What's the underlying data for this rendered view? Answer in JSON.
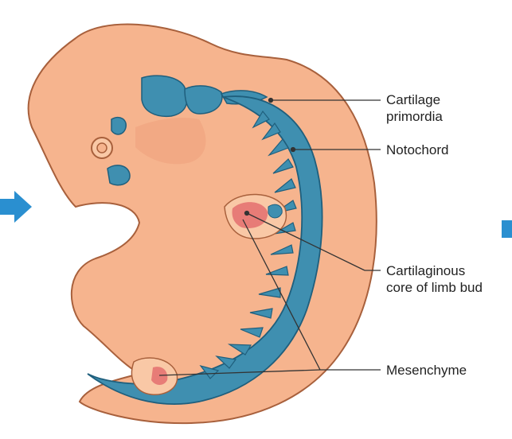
{
  "colors": {
    "embryo_skin": "#f6b48e",
    "embryo_outline": "#a8603c",
    "cartilage": "#3f8fb0",
    "cartilage_outline": "#1f5f7d",
    "mesenchyme": "#e46e6e",
    "leader_line": "#333333",
    "arrow": "#2a8fd0"
  },
  "icons": {
    "left_arrow": "arrow-right-icon",
    "right_marker": "square-marker-icon"
  },
  "labels": {
    "cartilage_primordia": {
      "line1": "Cartilage",
      "line2": "primordia"
    },
    "notochord": "Notochord",
    "cartilaginous_core": {
      "line1": "Cartilaginous",
      "line2": "core of limb bud"
    },
    "mesenchyme": "Mesenchyme"
  }
}
